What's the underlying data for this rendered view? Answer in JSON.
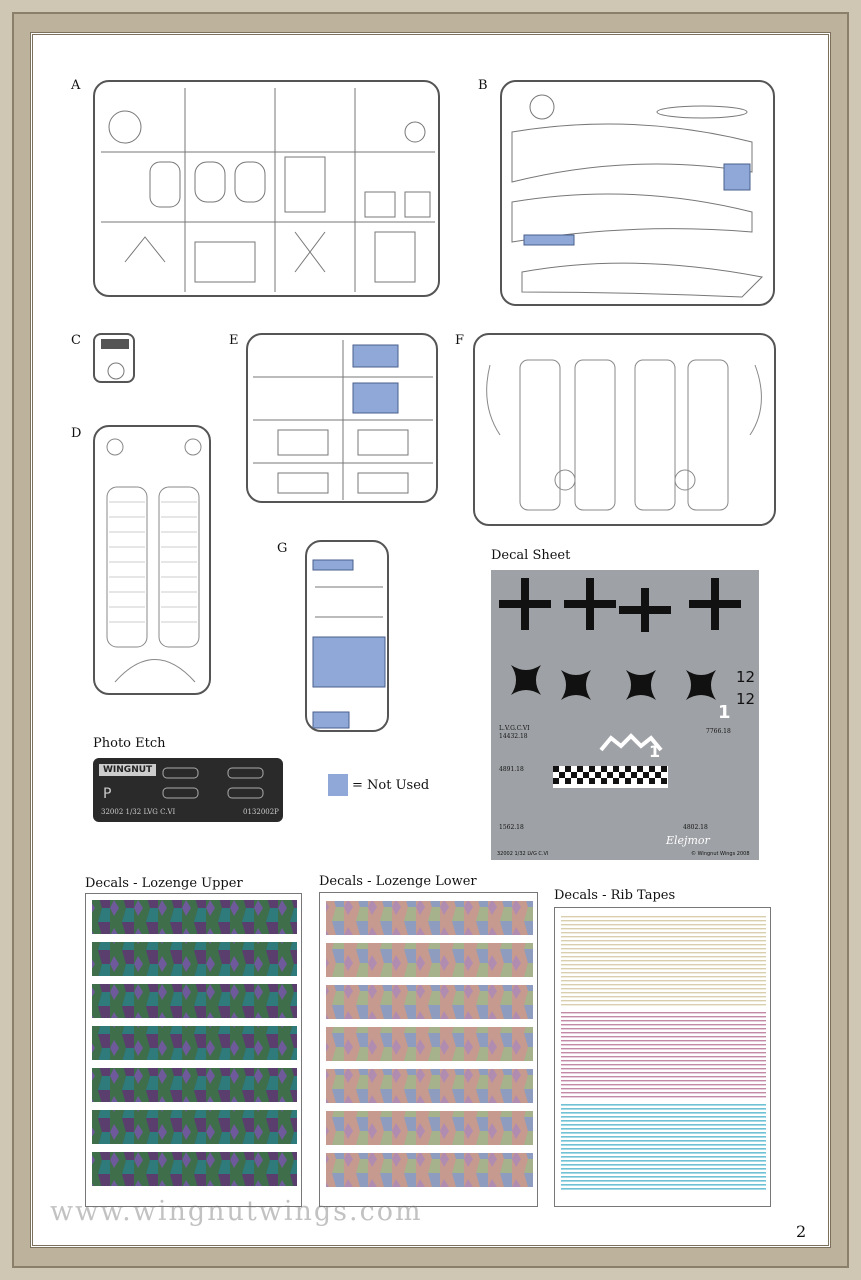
{
  "labels": {
    "a": "A",
    "b": "B",
    "c": "C",
    "d": "D",
    "e": "E",
    "f": "F",
    "g": "G",
    "photo_etch": "Photo Etch",
    "decal_sheet": "Decal Sheet",
    "legend": "= Not Used",
    "loz_upper": "Decals - Lozenge Upper",
    "loz_lower": "Decals - Lozenge Lower",
    "rib_tapes": "Decals - Rib Tapes"
  },
  "photo_etch": {
    "brand": "WINGNUT",
    "letter": "P",
    "code_left": "32002 1/32 LVG C.VI",
    "code_right": "0132002P"
  },
  "decals": {
    "numbers": [
      "12",
      "12",
      "1",
      "1"
    ],
    "serials": [
      "L.V.G.C.VI",
      "14432.18",
      "7766.18",
      "4891.18",
      "4802.18",
      "1562.18"
    ],
    "name": "Elejmor",
    "footer": "32002 1/32 LVG C.VI",
    "copyright": "© Wingnut Wings 2008"
  },
  "watermark": "www.wingnutwings.com",
  "page_number": "2",
  "colors": {
    "not_used": "#8fa8d8",
    "frame": "#bdb29b",
    "decal_grey": "#9ea1a5",
    "rib_pink": "#c38aa8",
    "rib_cyan": "#6fc2d6",
    "rib_cream": "#d9cfae"
  }
}
